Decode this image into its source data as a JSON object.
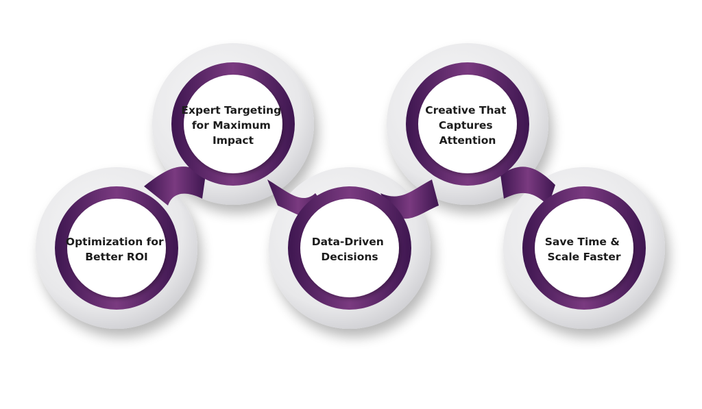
{
  "diagram": {
    "nodes": [
      {
        "id": "optimization",
        "lines": [
          "Optimization for",
          "Better ROI"
        ]
      },
      {
        "id": "expert-targeting",
        "lines": [
          "Expert Targeting",
          "for Maximum",
          "Impact"
        ]
      },
      {
        "id": "data-driven",
        "lines": [
          "Data-Driven",
          "Decisions"
        ]
      },
      {
        "id": "creative",
        "lines": [
          "Creative That",
          "Captures",
          "Attention"
        ]
      },
      {
        "id": "save-time",
        "lines": [
          "Save Time &",
          "Scale Faster"
        ]
      }
    ]
  },
  "colors": {
    "purple_dark": "#3e1650",
    "purple_mid": "#6b2c74",
    "purple_light": "#7a3a80",
    "halo_light": "#f7f7f8",
    "halo_dark": "#cfcfd3",
    "inner_fill": "#ffffff",
    "text": "#1c1c1c"
  }
}
